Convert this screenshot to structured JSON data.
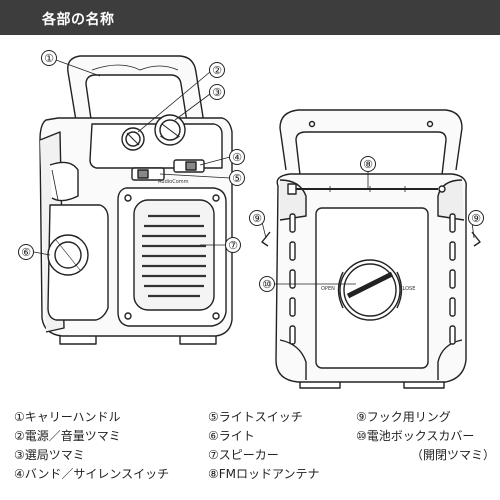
{
  "header": {
    "title": "各部の名称"
  },
  "brand": "AudioComm",
  "labels": {
    "open": "OPEN",
    "close": "CLOSE"
  },
  "callouts": [
    "①",
    "②",
    "③",
    "④",
    "⑤",
    "⑥",
    "⑦",
    "⑧",
    "⑨",
    "⑩"
  ],
  "legend": {
    "col1": [
      {
        "num": "①",
        "text": "キャリーハンドル"
      },
      {
        "num": "②",
        "text": "電源／音量ツマミ"
      },
      {
        "num": "③",
        "text": "選局ツマミ"
      },
      {
        "num": "④",
        "text": "バンド／サイレンスイッチ"
      }
    ],
    "col2": [
      {
        "num": "⑤",
        "text": "ライトスイッチ"
      },
      {
        "num": "⑥",
        "text": "ライト"
      },
      {
        "num": "⑦",
        "text": "スピーカー"
      },
      {
        "num": "⑧",
        "text": "FMロッドアンテナ"
      }
    ],
    "col3": [
      {
        "num": "⑨",
        "text": "フック用リング"
      },
      {
        "num": "⑩",
        "text": "電池ボックスカバー"
      },
      {
        "text": "（開閉ツマミ）"
      }
    ]
  }
}
